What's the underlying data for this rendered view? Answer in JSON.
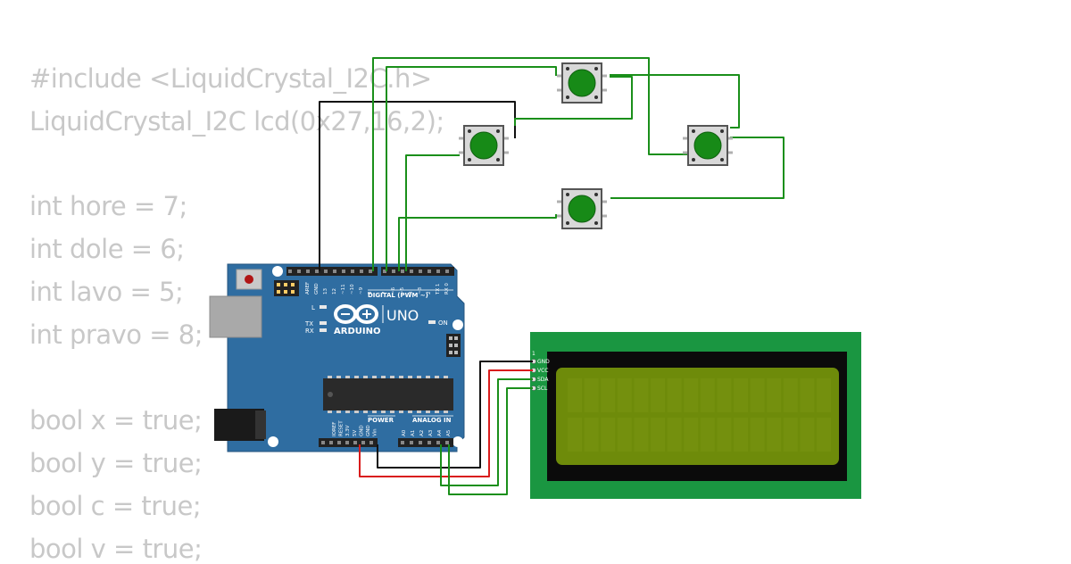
{
  "code": {
    "line1": "#include <LiquidCrystal_I2C.h>",
    "line2": "LiquidCrystal_I2C lcd(0x27,16,2);",
    "line3": "int hore = 7;",
    "line4": "int dole = 6;",
    "line5": "int lavo = 5;",
    "line6": "int pravo = 8;",
    "line7": "bool x = true;",
    "line8": "bool y = true;",
    "line9": "bool c = true;",
    "line10": "bool v = true;"
  },
  "arduino": {
    "brand": "ARDUINO",
    "model": "UNO",
    "digital_header": "DIGITAL (PWM ~)",
    "power_header": "POWER",
    "analog_header": "ANALOG IN",
    "led_l": "L",
    "led_tx": "TX",
    "led_rx": "RX",
    "led_on": "ON",
    "digital_pins": [
      "AREF",
      "GND",
      "13",
      "12",
      "~11",
      "~10",
      "~9",
      "8",
      "7",
      "~6",
      "~5",
      "4",
      "~3",
      "2",
      "TX 1",
      "RX 0"
    ],
    "power_pins": [
      "IOREF",
      "RESET",
      "3.3V",
      "5V",
      "GND",
      "GND",
      "Vin"
    ],
    "analog_pins": [
      "A0",
      "A1",
      "A2",
      "A3",
      "A4",
      "A5"
    ]
  },
  "lcd": {
    "pin_number": "1",
    "pins": [
      "GND",
      "VCC",
      "SDA",
      "SCL"
    ],
    "bezel_color": "#1a9641",
    "screen_color": "#6e8b0a"
  },
  "colors": {
    "board": "#2f6da1",
    "button_cap": "#178a17",
    "wire_green": "#1a8f1a",
    "wire_black": "#111111",
    "wire_red": "#d91c1c",
    "code_text": "#c8c8c8"
  }
}
